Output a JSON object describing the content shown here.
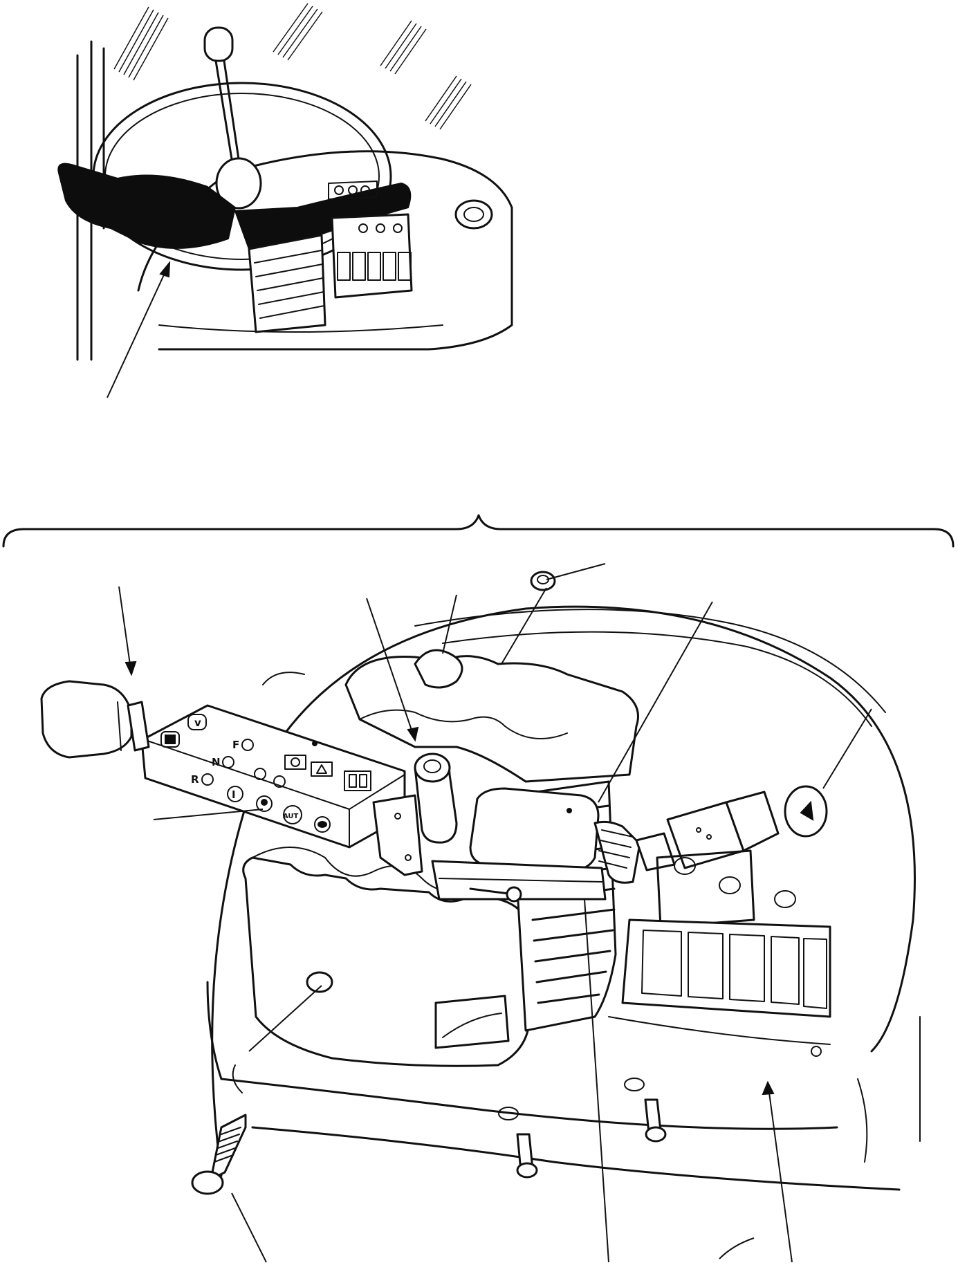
{
  "panel_labels": {
    "forward": "F",
    "neutral": "N",
    "reverse": "R",
    "auto_button": "AUT",
    "gear_one": "I"
  },
  "colors": {
    "line": "#111111",
    "background": "#ffffff",
    "solid_fill": "#0d0d0d"
  },
  "icons": {
    "panel_button_top": "lever-icon",
    "panel_button_left": "display-icon",
    "warning_lamp_1": "lamp-icon",
    "warning_lamp_2": "triangle-lamp-icon",
    "gear_display": "segment-display-icon",
    "horn_button": "horn-icon"
  }
}
